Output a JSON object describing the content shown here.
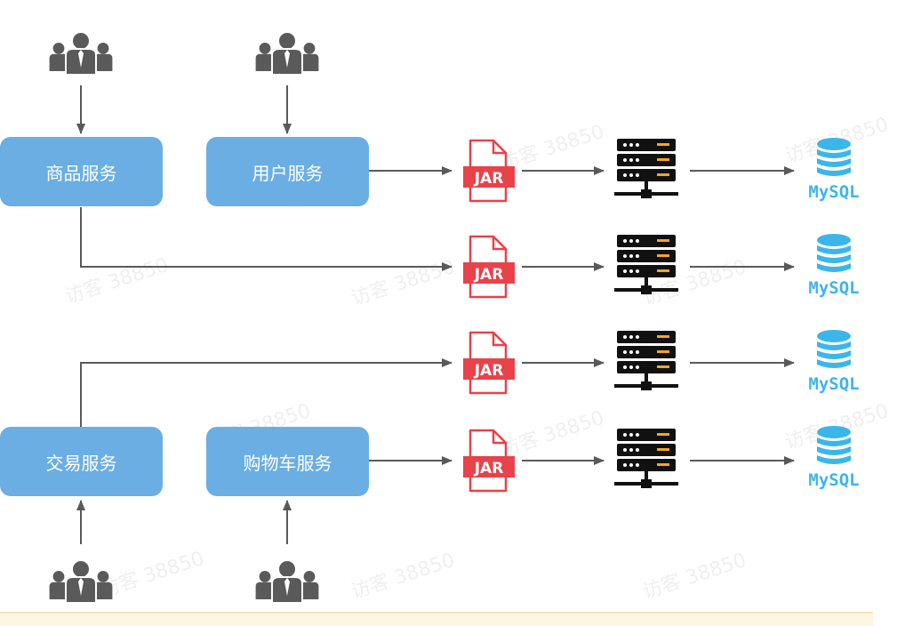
{
  "services": {
    "product": "商品服务",
    "user": "用户服务",
    "trade": "交易服务",
    "cart": "购物车服务"
  },
  "jar_label": "JAR",
  "mysql_label": "MySQL",
  "watermark": "访客 38850",
  "colors": {
    "service_box": "#6aaee3",
    "jar": "#e8424a",
    "mysql": "#3bb6ea",
    "server": "#111111",
    "server_accent": "#f5a623",
    "arrow": "#5a5a5a",
    "users_icon": "#5a5a5a"
  }
}
